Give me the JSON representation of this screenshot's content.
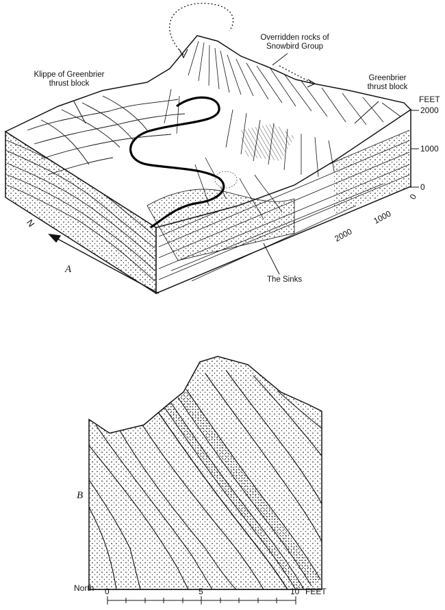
{
  "panel_a": {
    "letter": "A",
    "labels": {
      "klippe_line1": "Klippe of Greenbrier",
      "klippe_line2": "thrust block",
      "overridden_line1": "Overridden rocks of",
      "overridden_line2": "Snowbird Group",
      "greenbrier_line1": "Greenbrier",
      "greenbrier_line2": "thrust block",
      "sinks": "The Sinks",
      "north": "N"
    },
    "vertical_scale": {
      "unit": "FEET",
      "ticks": [
        "2000",
        "1000",
        "0"
      ]
    },
    "horizontal_scale": {
      "ticks": [
        "0",
        "1000",
        "2000"
      ]
    }
  },
  "panel_b": {
    "letter": "B",
    "north": "North",
    "scale": {
      "ticks": [
        "0",
        "5",
        "10"
      ],
      "unit": "FEET"
    }
  },
  "colors": {
    "ink": "#111111",
    "paper": "#ffffff",
    "stipple": "#333333"
  }
}
